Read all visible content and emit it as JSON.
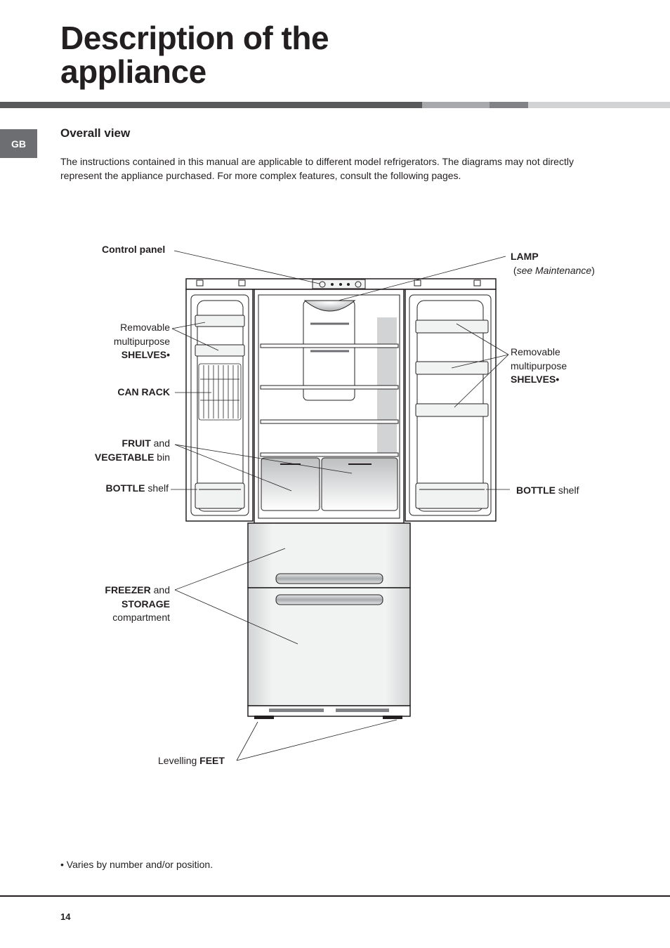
{
  "page": {
    "title_line1": "Description of the",
    "title_line2": "appliance",
    "lang_tab": "GB",
    "section_title": "Overall view",
    "intro": "The instructions contained in this manual are applicable to different model refrigerators. The diagrams may not directly represent the appliance purchased. For more complex features, consult the following pages.",
    "footnote": "• Varies by number and/or position.",
    "page_number": "14"
  },
  "colors": {
    "rule_dark": "#58595b",
    "rule_mid": "#a7a9ac",
    "rule_light": "#d1d3d4",
    "tab_bg": "#6d6e71"
  },
  "labels": {
    "control_panel": "Control panel",
    "lamp": "LAMP",
    "lamp_open": "(",
    "lamp_note": "see Maintenance",
    "lamp_close": ")",
    "shelves_left_1": "Removable",
    "shelves_left_2": "multipurpose",
    "shelves_left_3": "SHELVES•",
    "shelves_right_1": "Removable",
    "shelves_right_2": "multipurpose",
    "shelves_right_3": "SHELVES•",
    "can_rack": "CAN RACK",
    "fruit_bold": "FRUIT",
    "fruit_rest": " and",
    "vegetable_bold": "VEGETABLE",
    "vegetable_rest": " bin",
    "bottle_left_bold": "BOTTLE",
    "bottle_left_rest": " shelf",
    "bottle_right_bold": "BOTTLE",
    "bottle_right_rest": " shelf",
    "freezer_bold": "FREEZER",
    "freezer_rest": " and",
    "storage_bold": "STORAGE",
    "compartment": "compartment",
    "feet_rest": "Levelling ",
    "feet_bold": "FEET"
  }
}
